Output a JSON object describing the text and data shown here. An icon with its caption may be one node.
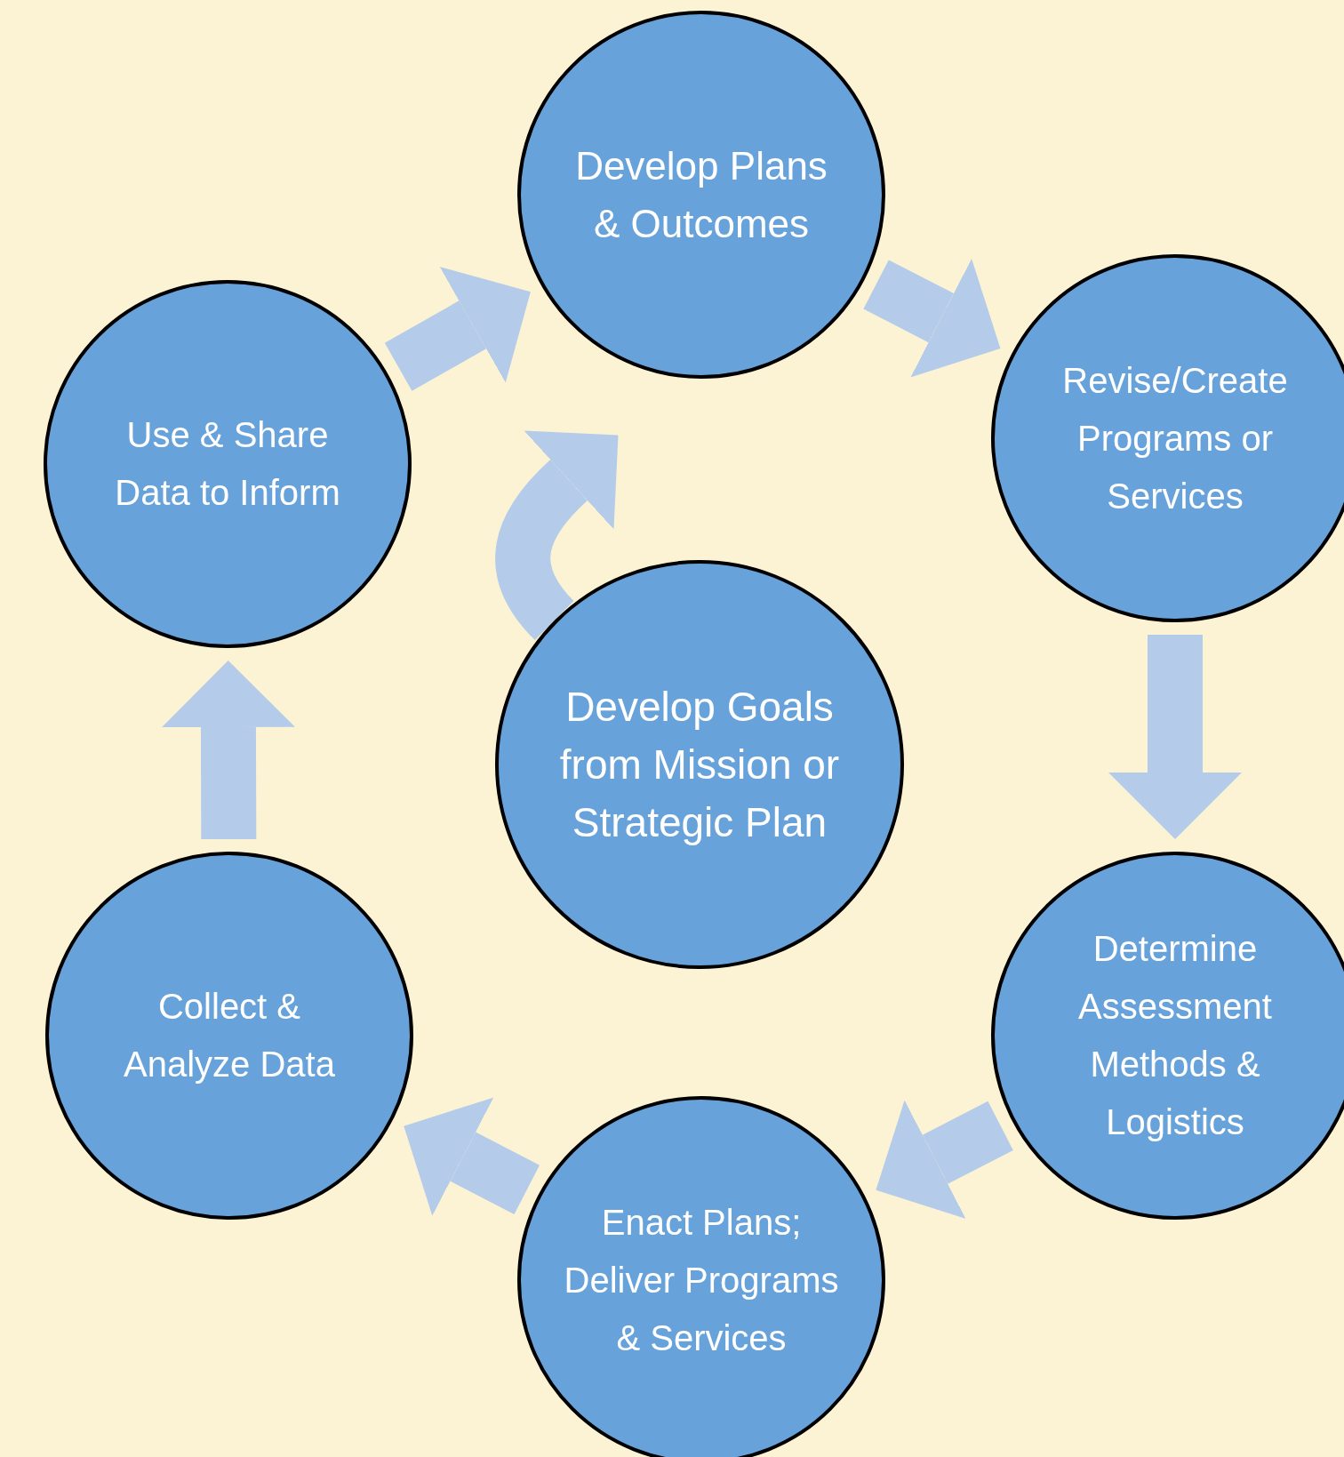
{
  "diagram": {
    "nodes": [
      {
        "text": [
          "Develop Goals from Mission or Strategic Plan"
        ]
      },
      {
        "text": [
          "Develop Plans & Outcomes"
        ]
      },
      {
        "text": [
          "Revise/Create Programs or Services"
        ]
      },
      {
        "text": [
          "Determine Assessment Methods & Logistics"
        ]
      },
      {
        "text": [
          "Enact Plans; Deliver Programs & Services"
        ]
      },
      {
        "text": [
          "Collect & Analyze Data"
        ]
      },
      {
        "text": [
          "Use & Share Data to Inform"
        ]
      }
    ],
    "edges": [
      {
        "from": 1,
        "to": 2,
        "arrow": "to"
      },
      {
        "from": 2,
        "to": 3,
        "arrow": "to"
      },
      {
        "from": 3,
        "to": 4,
        "arrow": "to"
      },
      {
        "from": 4,
        "to": 5,
        "arrow": "to"
      },
      {
        "from": 5,
        "to": 6,
        "arrow": "to"
      },
      {
        "from": 6,
        "to": 1,
        "arrow": "to"
      },
      {
        "from": 0,
        "to": 1,
        "arrow": "to"
      }
    ]
  }
}
